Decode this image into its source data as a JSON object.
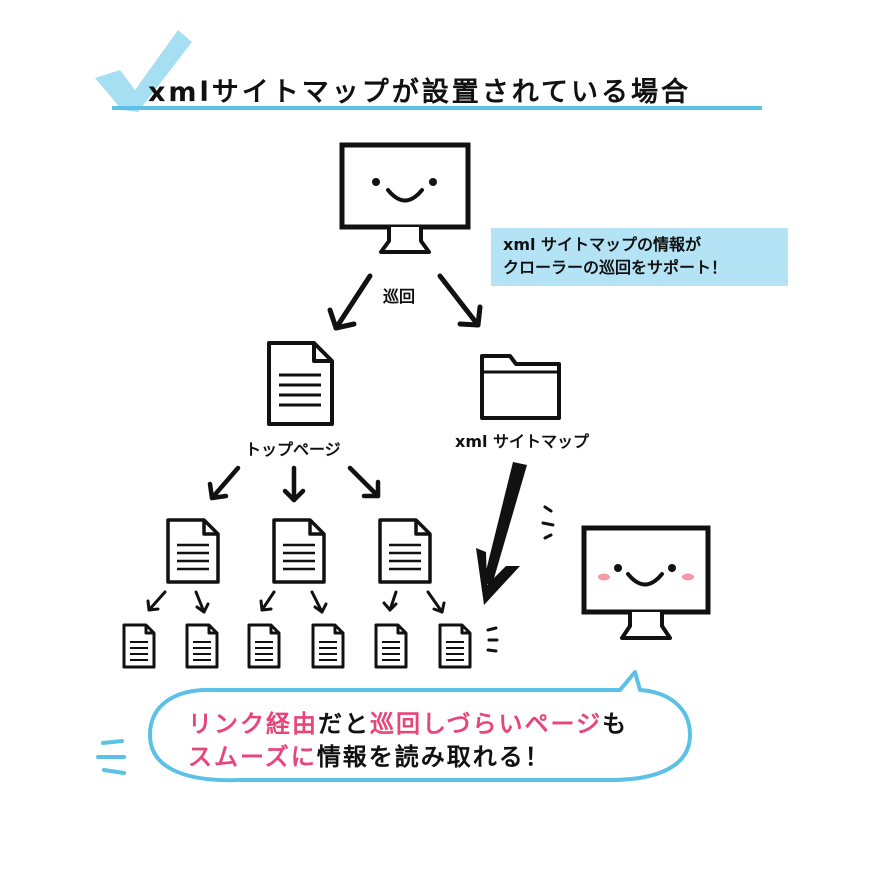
{
  "title": "xmlサイトマップが設置されている場合",
  "callout": {
    "line1": "xml サイトマップの情報が",
    "line2": "クローラーの巡回をサポート！"
  },
  "labels": {
    "crawl": "巡回",
    "top_page": "トップページ",
    "sitemap": "xml サイトマップ"
  },
  "bubble": {
    "line1_a": "リンク経由",
    "line1_b": "だと",
    "line1_c": "巡回しづらいページ",
    "line1_d": "も",
    "line2_a": "スムーズに",
    "line2_b": "情報を読み取れる！"
  },
  "colors": {
    "accent_blue": "#5bc1e6",
    "callout_bg": "#b3e3f5",
    "highlight_pink": "#e8457a",
    "blush": "#f59aa8"
  }
}
